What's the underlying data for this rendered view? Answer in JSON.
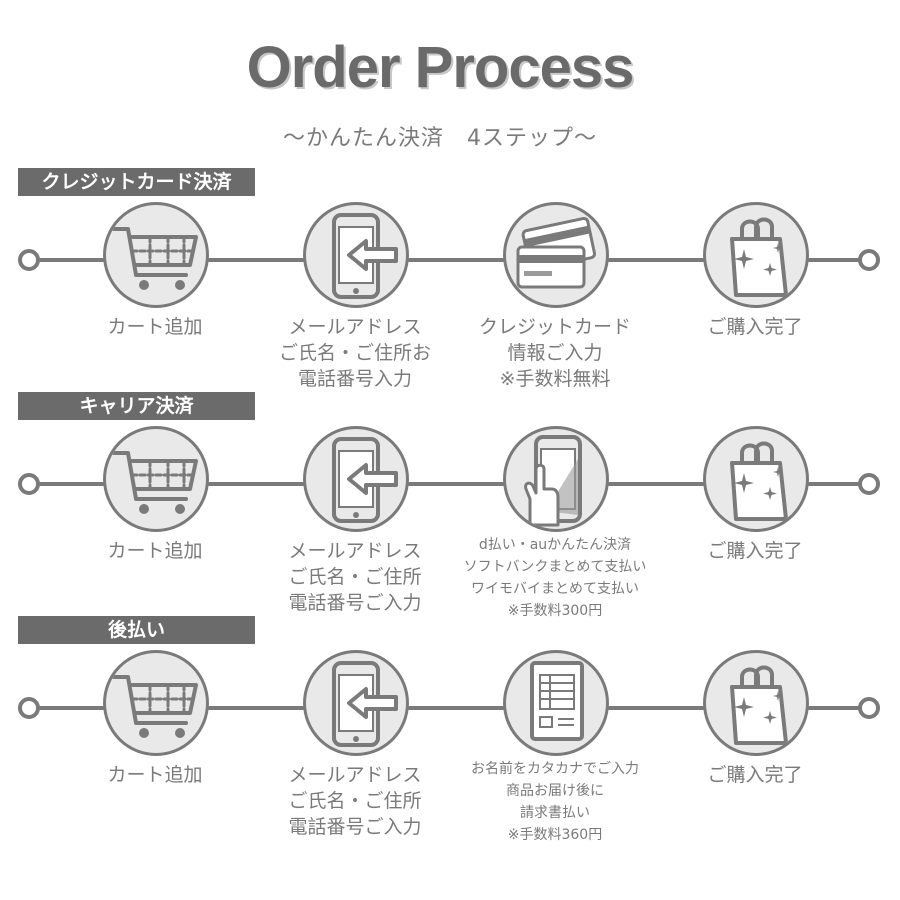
{
  "header": {
    "title": "Order Process",
    "subtitle": "〜かんたん決済　4ステップ〜"
  },
  "sections": [
    {
      "label": "クレジットカード決済",
      "steps": [
        {
          "icon": "shopping-cart-icon",
          "lines": [
            "カート追加"
          ]
        },
        {
          "icon": "smartphone-arrow-icon",
          "lines": [
            "メールアドレス",
            "ご氏名・ご住所お",
            "電話番号入力"
          ]
        },
        {
          "icon": "credit-card-icon",
          "lines": [
            "クレジットカード",
            "情報ご入力",
            "※手数料無料"
          ]
        },
        {
          "icon": "shopping-bag-icon",
          "lines": [
            "ご購入完了"
          ]
        }
      ]
    },
    {
      "label": "キャリア決済",
      "steps": [
        {
          "icon": "shopping-cart-icon",
          "lines": [
            "カート追加"
          ]
        },
        {
          "icon": "smartphone-arrow-icon",
          "lines": [
            "メールアドレス",
            "ご氏名・ご住所",
            "電話番号ご入力"
          ]
        },
        {
          "icon": "phone-tap-icon",
          "lines": [
            "d払い・auかんたん決済",
            "ソフトバンクまとめて支払い",
            "ワイモバイまとめて支払い",
            "※手数料300円"
          ]
        },
        {
          "icon": "shopping-bag-icon",
          "lines": [
            "ご購入完了"
          ]
        }
      ]
    },
    {
      "label": "後払い",
      "steps": [
        {
          "icon": "shopping-cart-icon",
          "lines": [
            "カート追加"
          ]
        },
        {
          "icon": "smartphone-arrow-icon",
          "lines": [
            "メールアドレス",
            "ご氏名・ご住所",
            "電話番号ご入力"
          ]
        },
        {
          "icon": "form-document-icon",
          "lines": [
            "お名前をカタカナでご入力",
            "商品お届け後に",
            "請求書払い",
            "※手数料360円"
          ]
        },
        {
          "icon": "shopping-bag-icon",
          "lines": [
            "ご購入完了"
          ]
        }
      ]
    }
  ],
  "colors": {
    "primary_gray": "#7a7a7a",
    "label_bg": "#6b6b6b",
    "circle_fill": "#e9e9e9"
  }
}
